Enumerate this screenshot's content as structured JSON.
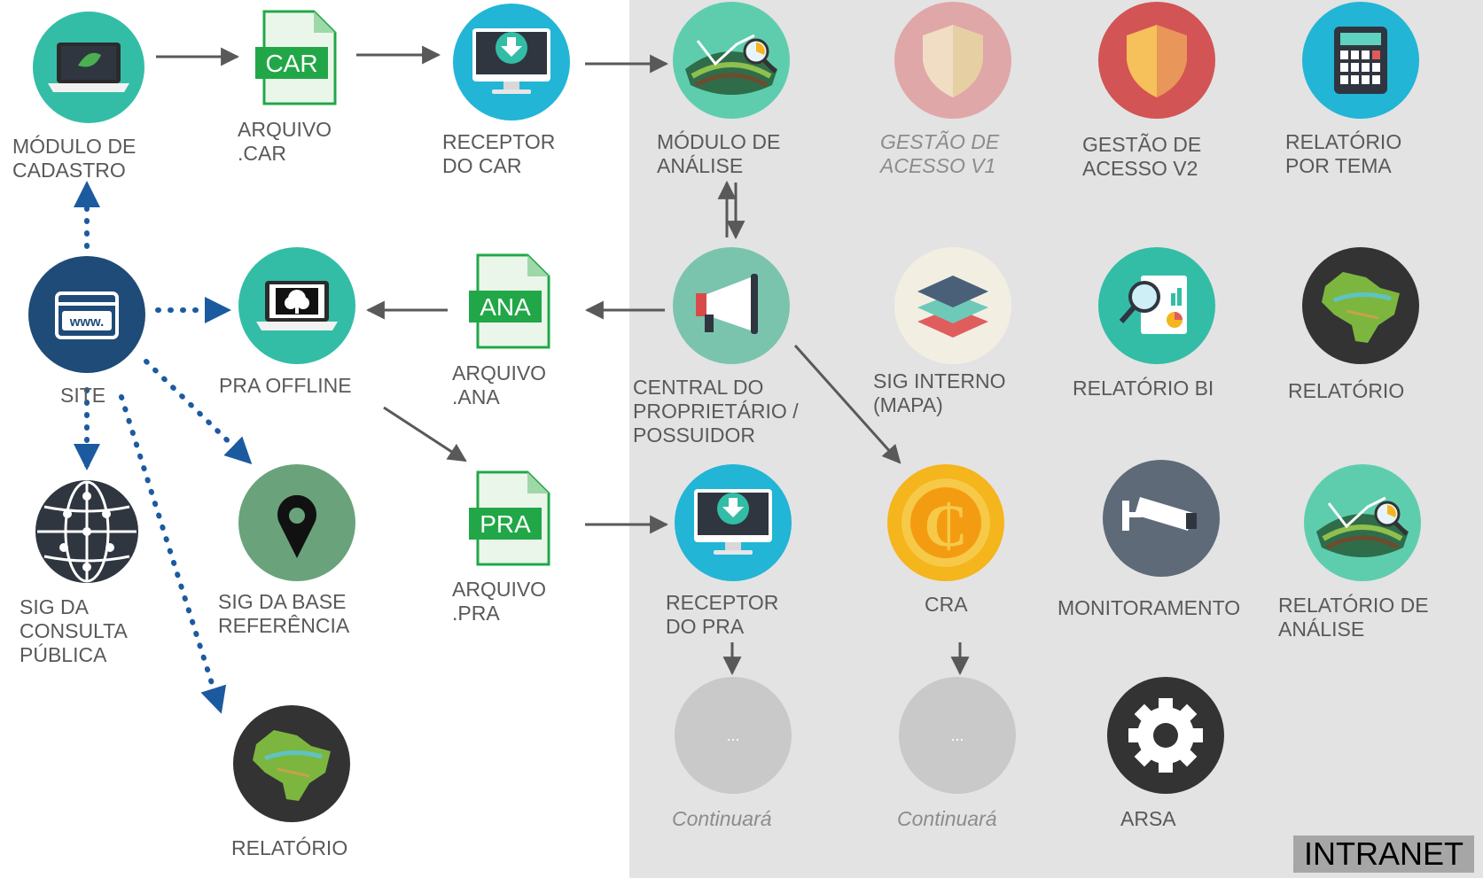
{
  "colors": {
    "teal": "#33bda6",
    "cyan": "#22b5d6",
    "navy": "#1f4b78",
    "dark": "#333333",
    "mint": "#5ecdae",
    "sage": "#6aa37b",
    "red": "#d35454",
    "pale_red": "#e0a7a9",
    "slate": "#5e6a78",
    "cream": "#f2efe2",
    "gold": "#f4b51d",
    "gray_placeholder": "#c9c9c9",
    "file_green": "#21a747",
    "blue_dotted": "#1c5aa0",
    "arrow_gray": "#595959"
  },
  "region_label": "INTRANET",
  "nodes": {
    "modulo_cadastro": {
      "lines": [
        "MÓDULO DE",
        "CADASTRO"
      ],
      "icon": "laptop-leaf-icon"
    },
    "arquivo_car": {
      "file_text": "CAR",
      "lines": [
        "ARQUIVO",
        ".CAR"
      ],
      "icon": "file-icon"
    },
    "receptor_car": {
      "lines": [
        "RECEPTOR",
        "DO CAR"
      ],
      "icon": "monitor-download-icon"
    },
    "modulo_analise": {
      "lines": [
        "MÓDULO DE",
        "ANÁLISE"
      ],
      "icon": "landscape-chart-icon"
    },
    "gestao_v1": {
      "lines": [
        "GESTÃO DE",
        "ACESSO V1"
      ],
      "icon": "shield-icon"
    },
    "gestao_v2": {
      "lines": [
        "GESTÃO DE",
        "ACESSO V2"
      ],
      "icon": "shield-icon"
    },
    "relatorio_tema": {
      "lines": [
        "RELATÓRIO",
        "POR TEMA"
      ],
      "icon": "calculator-icon"
    },
    "site": {
      "lines": [
        "SITE"
      ],
      "icon": "www-icon"
    },
    "pra_offline": {
      "lines": [
        "PRA OFFLINE"
      ],
      "icon": "laptop-tree-icon"
    },
    "arquivo_ana": {
      "file_text": "ANA",
      "lines": [
        "ARQUIVO",
        ".ANA"
      ],
      "icon": "file-icon"
    },
    "central": {
      "lines": [
        "CENTRAL  DO",
        "PROPRIETÁRIO /",
        "POSSUIDOR"
      ],
      "icon": "megaphone-icon"
    },
    "sig_interno": {
      "lines": [
        "SIG INTERNO",
        "(MAPA)"
      ],
      "icon": "layers-icon"
    },
    "relatorio_bi": {
      "lines": [
        "RELATÓRIO BI"
      ],
      "icon": "report-magnifier-icon"
    },
    "relatorio_intranet": {
      "lines": [
        "RELATÓRIO"
      ],
      "icon": "brazil-map-icon"
    },
    "sig_consulta": {
      "lines": [
        "SIG DA",
        "CONSULTA",
        "PÚBLICA"
      ],
      "icon": "globe-network-icon"
    },
    "sig_base": {
      "lines": [
        "SIG DA BASE",
        "REFERÊNCIA"
      ],
      "icon": "map-pin-icon"
    },
    "arquivo_pra": {
      "file_text": "PRA",
      "lines": [
        "ARQUIVO",
        ".PRA"
      ],
      "icon": "file-icon"
    },
    "receptor_pra": {
      "lines": [
        "RECEPTOR",
        "DO PRA"
      ],
      "icon": "monitor-download-icon"
    },
    "cra": {
      "lines": [
        "CRA"
      ],
      "icon": "coin-icon"
    },
    "monitoramento": {
      "lines": [
        "MONITORAMENTO"
      ],
      "icon": "camera-icon"
    },
    "relatorio_analise": {
      "lines": [
        "RELATÓRIO DE",
        "ANÁLISE"
      ],
      "icon": "landscape-chart-icon"
    },
    "continuara_1": {
      "dots": "...",
      "lines": [
        "Continuará"
      ],
      "icon": "placeholder-circle"
    },
    "continuara_2": {
      "dots": "...",
      "lines": [
        "Continuará"
      ],
      "icon": "placeholder-circle"
    },
    "arsa": {
      "lines": [
        "ARSA"
      ],
      "icon": "gear-icon"
    },
    "relatorio_public": {
      "lines": [
        "RELATÓRIO"
      ],
      "icon": "brazil-map-icon"
    }
  }
}
